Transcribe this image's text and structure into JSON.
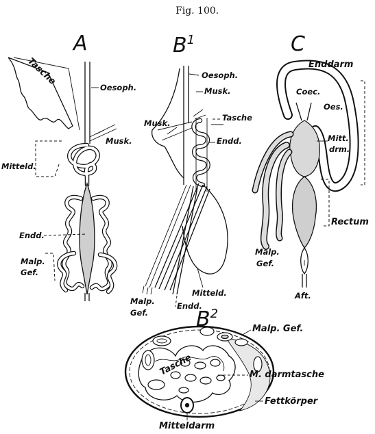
{
  "caption": "Fig. 100.",
  "panels": {
    "A": {
      "letter": "A",
      "labels": {
        "tasche": "Tasche",
        "oesoph": "Oesoph.",
        "musk": "Musk.",
        "mitteld": "Mitteld.",
        "endd": "Endd.",
        "malp1": "Malp.",
        "malp2": "Gef."
      }
    },
    "B1": {
      "letter": "B",
      "sup": "1",
      "labels": {
        "oesoph": "Oesoph.",
        "musk_r": "Musk.",
        "musk_l": "Musk.",
        "tasche": "Tasche",
        "endd": "Endd.",
        "mitteld": "Mitteld.",
        "malp1": "Malp.",
        "malp2": "Gef.",
        "endd2": "Endd."
      }
    },
    "C": {
      "letter": "C",
      "labels": {
        "enddarm": "Enddarm",
        "coec": "Coec.",
        "oes": "Oes.",
        "mitt1": "Mitt.",
        "mitt2": "drm.",
        "rectum": "Rectum",
        "malp1": "Malp.",
        "malp2": "Gef.",
        "aft": "Aft."
      }
    },
    "B2": {
      "letter": "B",
      "sup": "2",
      "labels": {
        "malpgef": "Malp. Gef.",
        "tasche": "Tasche",
        "mdarmtasche": "M. darmtasche",
        "fettkoerper": "Fettkörper",
        "mitteldarm": "Mitteldarm"
      }
    }
  }
}
